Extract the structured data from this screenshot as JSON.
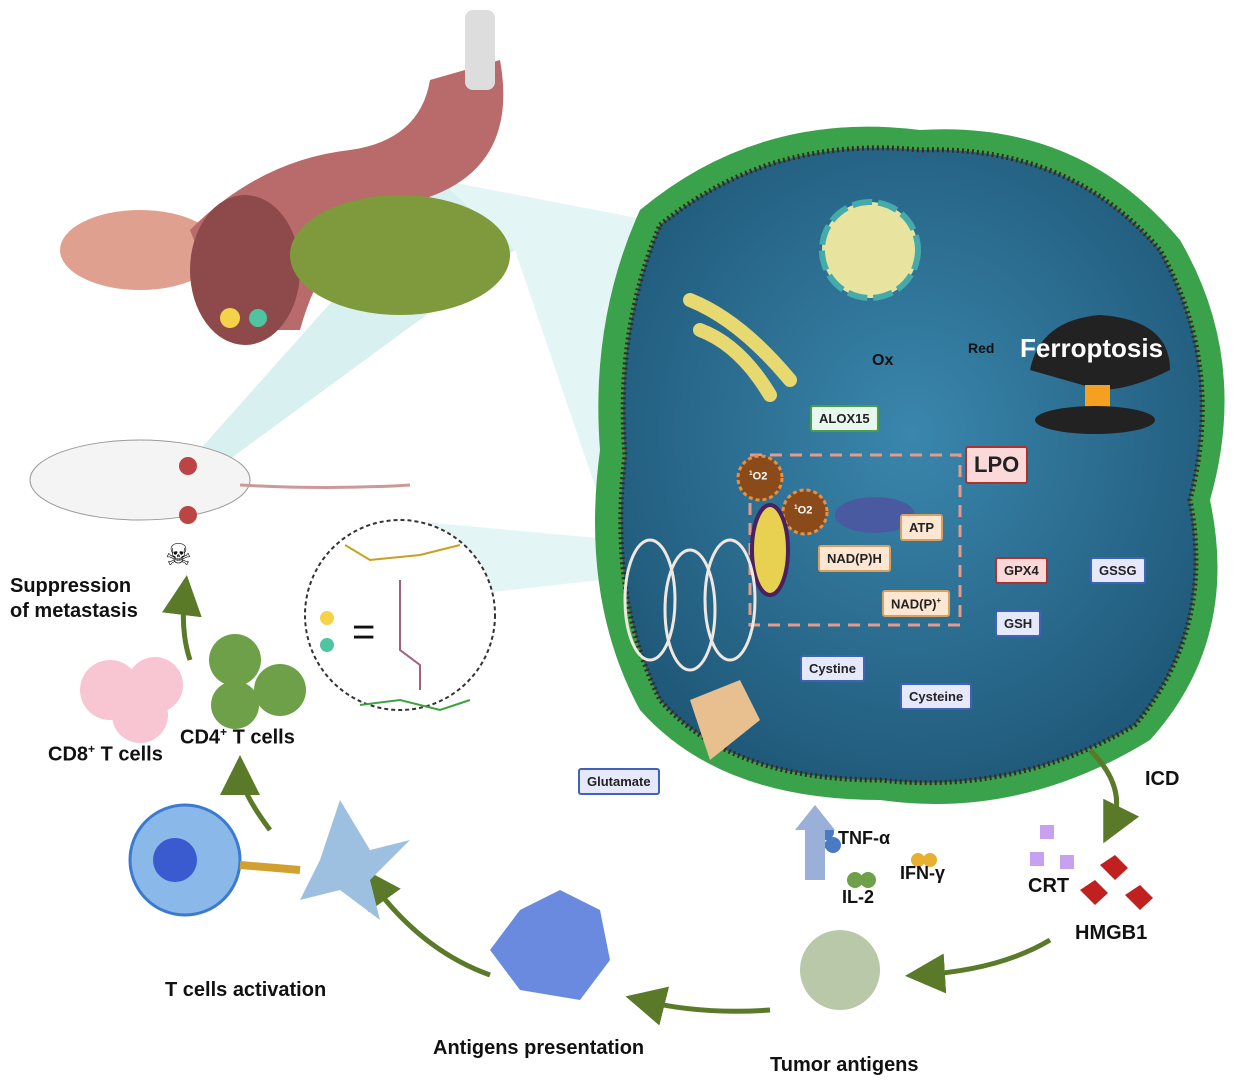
{
  "cell": {
    "ferroptosis": "Ferroptosis",
    "red": "Red",
    "ox": "Ox",
    "alox15": "ALOX15",
    "lpo": "LPO",
    "atp": "ATP",
    "nadph": "NAD(P)H",
    "nadp_plus": "NAD(P)",
    "nadp_sup": "+",
    "gpx4": "GPX4",
    "gssg": "GSSG",
    "gsh": "GSH",
    "cystine": "Cystine",
    "cysteine": "Cysteine",
    "glutamate": "Glutamate",
    "singlet_oxygen_sup": "1",
    "singlet_oxygen": "O2"
  },
  "immune": {
    "icd": "ICD",
    "tnf": "TNF-α",
    "ifn": "IFN-γ",
    "il2": "IL-2",
    "crt": "CRT",
    "hmgb1": "HMGB1",
    "tumor_antigens": "Tumor antigens",
    "antigens_presentation": "Antigens presentation",
    "t_cells_activation": "T cells activation",
    "cd8": "CD8",
    "cd4": "CD4",
    "plus": "+",
    "t_cells": " T cells",
    "suppression_1": "Suppression",
    "suppression_2": "of metastasis"
  },
  "legend": {
    "equals": "="
  },
  "colors": {
    "cytoplasm": "#2e6f95",
    "membrane": "#3aa24a",
    "arrow": "#5a7a2a"
  }
}
